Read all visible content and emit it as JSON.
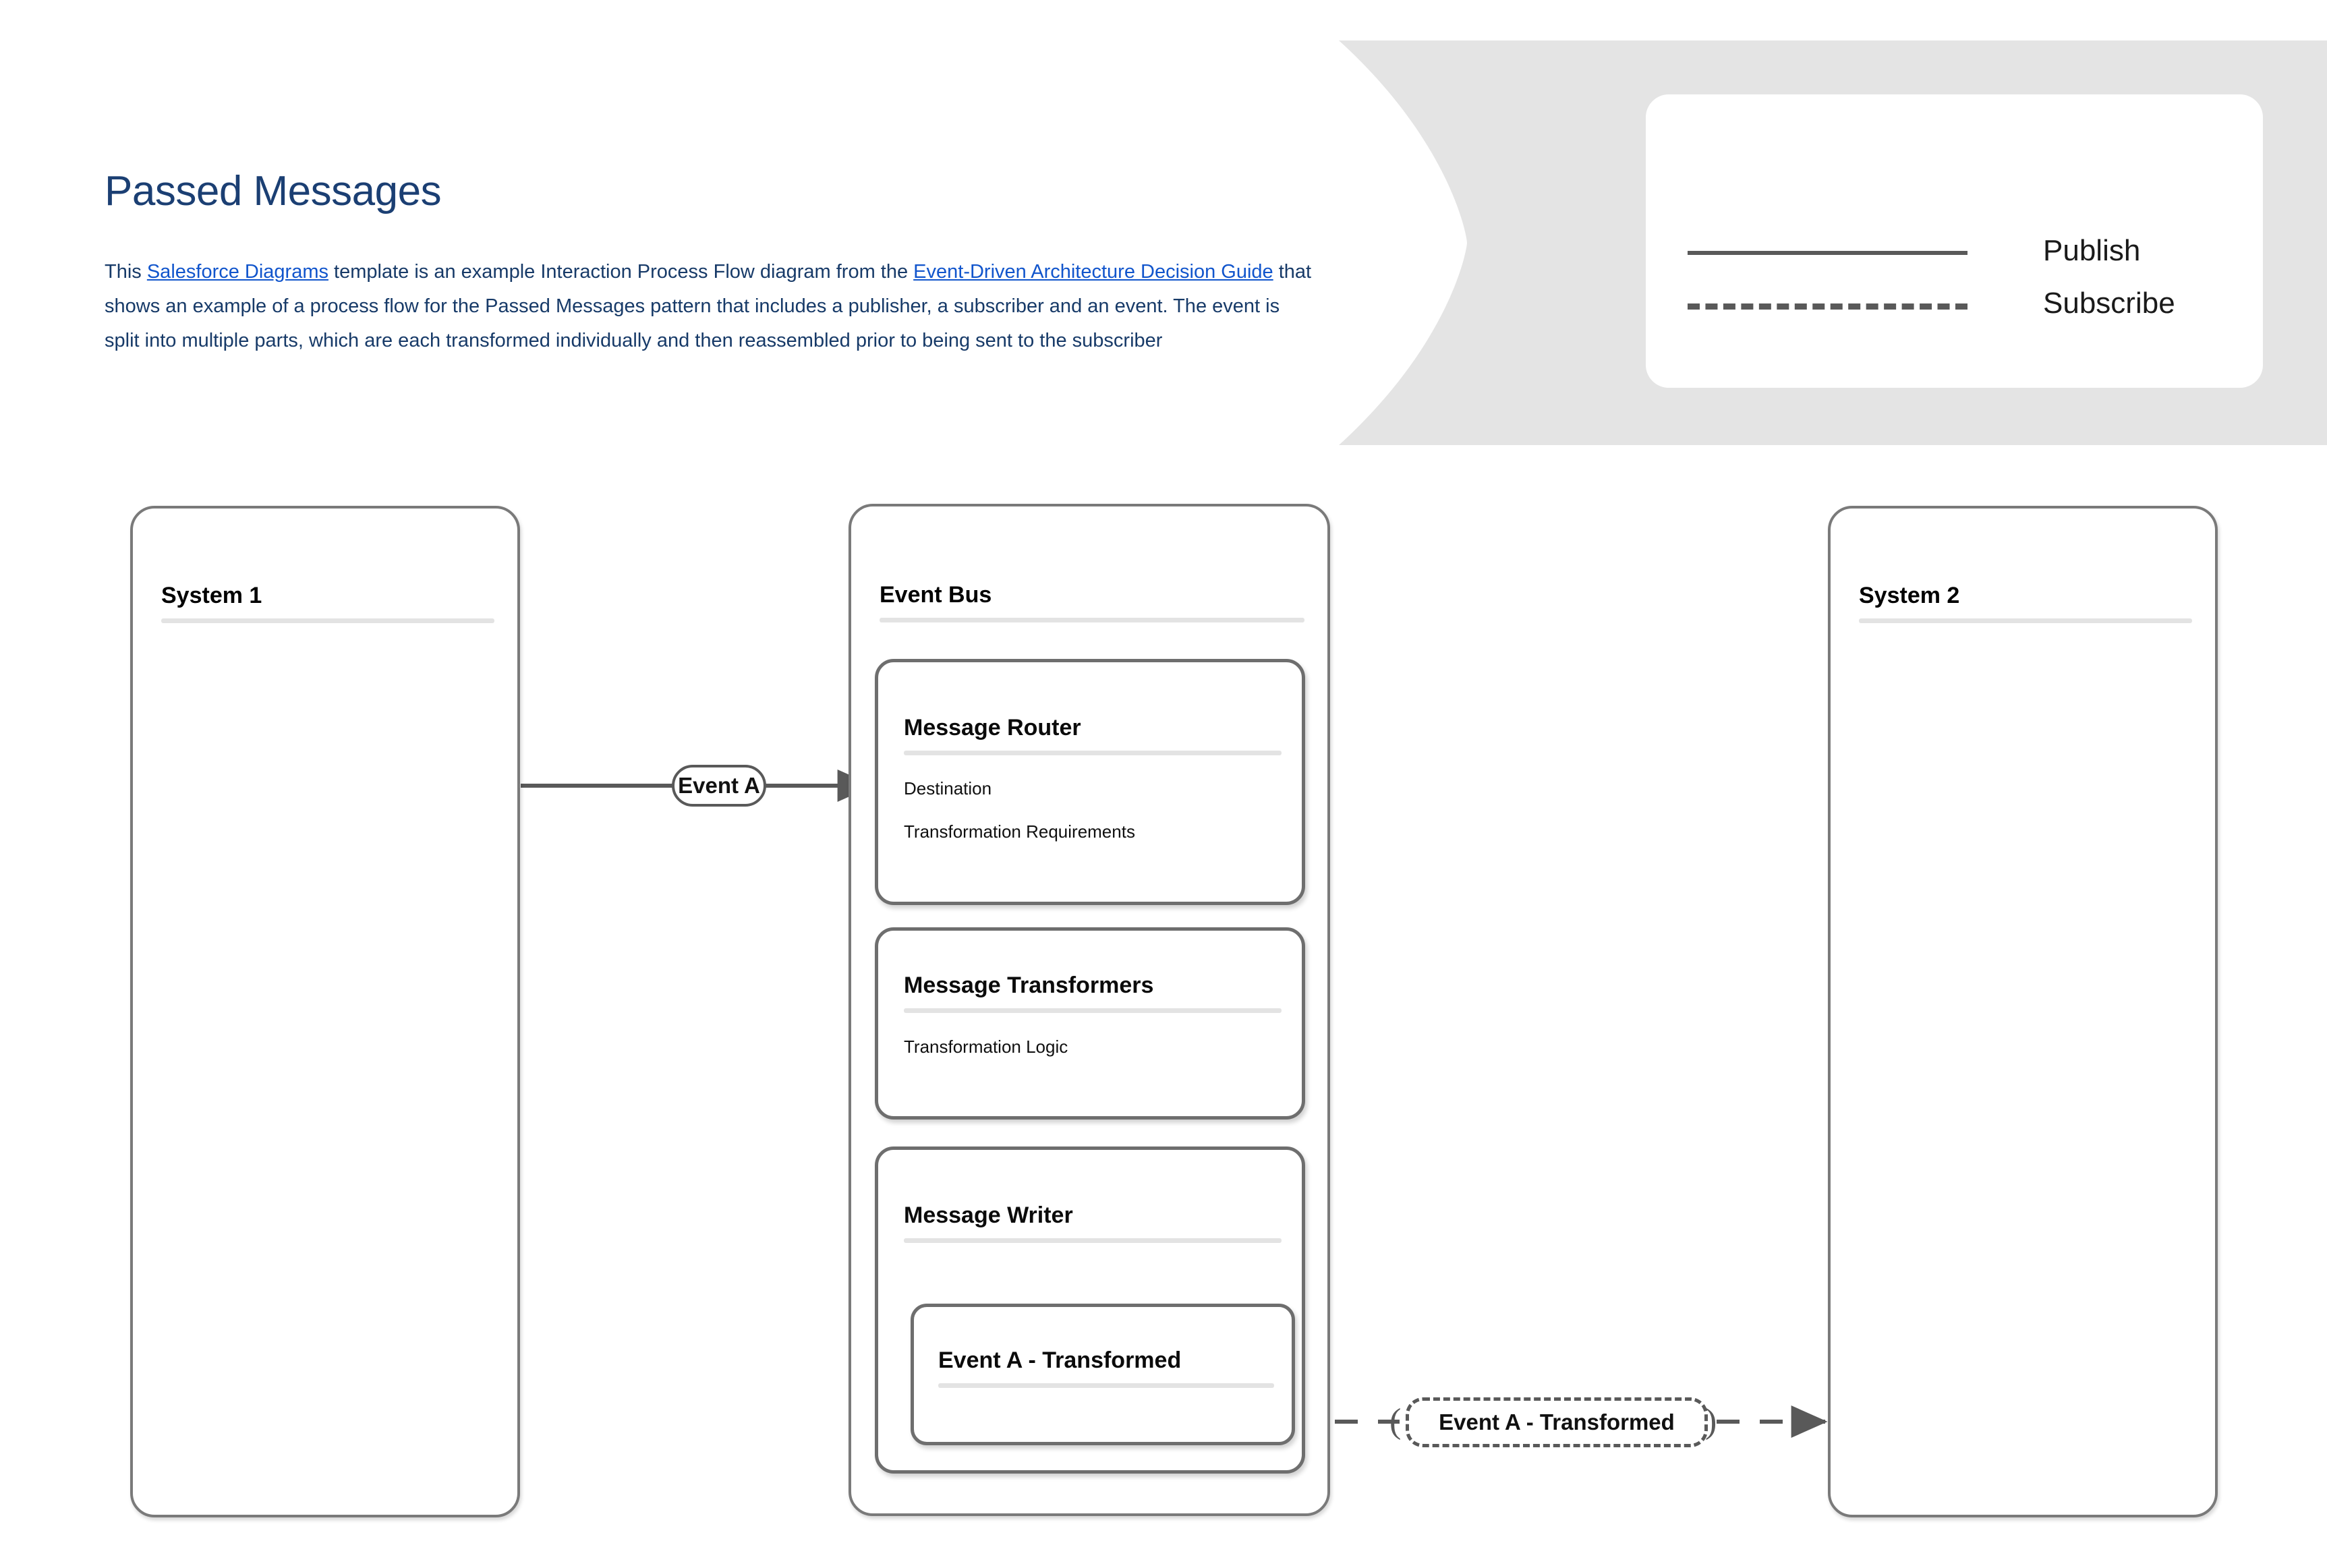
{
  "header": {
    "title": "Passed Messages",
    "description": {
      "segments": [
        {
          "type": "text",
          "value": "This "
        },
        {
          "type": "link",
          "value": "Salesforce Diagrams"
        },
        {
          "type": "text",
          "value": " template is an example Interaction Process Flow diagram from the "
        },
        {
          "type": "link",
          "value": "Event-Driven Architecture Decision Guide"
        },
        {
          "type": "text",
          "value": " that shows an example of a process flow for the Passed Messages pattern that includes a publisher, a subscriber and an event.  The event is split into multiple parts, which are each transformed individually and then reassembled prior to being sent to the subscriber"
        }
      ]
    },
    "title_color": "#1b3f73",
    "link_color": "#1155cc",
    "banner_color": "#e4e4e4"
  },
  "legend": {
    "items": [
      {
        "style": "solid",
        "label": "Publish",
        "icon": "solid-line-icon"
      },
      {
        "style": "dashed",
        "label": "Subscribe",
        "icon": "dashed-line-icon"
      }
    ],
    "line_color": "#595959"
  },
  "diagram": {
    "columns": [
      {
        "id": "system-1",
        "title": "System 1",
        "cards": []
      },
      {
        "id": "event-bus",
        "title": "Event Bus",
        "cards": [
          {
            "id": "message-router",
            "title": "Message Router",
            "lines": [
              "Destination",
              "Transformation Requirements"
            ]
          },
          {
            "id": "message-transformers",
            "title": "Message Transformers",
            "lines": [
              "Transformation Logic"
            ]
          },
          {
            "id": "message-writer",
            "title": "Message Writer",
            "lines": [],
            "nested": {
              "id": "event-a-transformed",
              "title": "Event A - Transformed"
            }
          }
        ]
      },
      {
        "id": "system-2",
        "title": "System 2",
        "cards": []
      }
    ],
    "connectors": [
      {
        "id": "publish-event-a",
        "label": "Event A",
        "style": "solid",
        "from": "system-1",
        "to": "message-router"
      },
      {
        "id": "subscribe-event-a-transformed",
        "label": "Event A - Transformed",
        "style": "dashed",
        "from": "message-writer",
        "to": "system-2"
      }
    ],
    "stroke_color": "#6e6e6e",
    "rule_color": "#e3e3e3"
  }
}
